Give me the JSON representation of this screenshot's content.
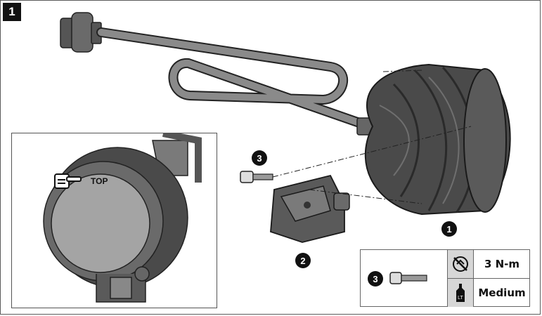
{
  "step": {
    "number": "1"
  },
  "callouts": {
    "lamp": "1",
    "bracket": "2",
    "bolt": "3"
  },
  "inset": {
    "orientation_label": "TOP"
  },
  "spec": {
    "torque_value": "3 N-m",
    "threadlock_value": "Medium",
    "bolt_callout": "3"
  },
  "icons": {
    "torque": "no-impact-wrench-icon",
    "threadlock": "threadlock-bottle-icon",
    "pointer": "pointing-hand-icon"
  }
}
